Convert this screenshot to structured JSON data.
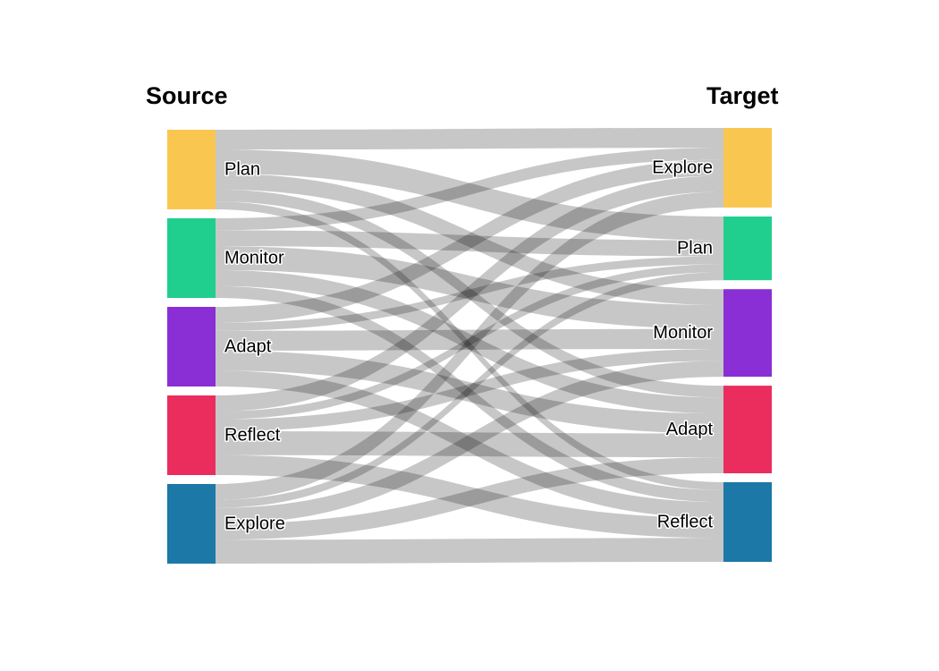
{
  "figure": {
    "source_header": "Source",
    "target_header": "Target"
  },
  "chart_data": {
    "type": "sankey",
    "orientation": "horizontal",
    "title": "",
    "column_headers": {
      "source": "Source",
      "target": "Target"
    },
    "legend": "none",
    "background_color": "#ffffff",
    "link_color": "rgba(0,0,0,0.22)",
    "source_nodes": [
      {
        "label": "Plan",
        "color": "#F9C750"
      },
      {
        "label": "Monitor",
        "color": "#20CF8E"
      },
      {
        "label": "Adapt",
        "color": "#8A2FD5"
      },
      {
        "label": "Reflect",
        "color": "#EB2D5D"
      },
      {
        "label": "Explore",
        "color": "#1C78A6"
      }
    ],
    "target_nodes": [
      {
        "label": "Explore",
        "color": "#F9C750"
      },
      {
        "label": "Plan",
        "color": "#20CF8E"
      },
      {
        "label": "Monitor",
        "color": "#8A2FD5"
      },
      {
        "label": "Adapt",
        "color": "#EB2D5D"
      },
      {
        "label": "Reflect",
        "color": "#1C78A6"
      }
    ],
    "links": [
      {
        "from": "Plan",
        "to": "Explore",
        "value": 5
      },
      {
        "from": "Plan",
        "to": "Plan",
        "value": 6
      },
      {
        "from": "Plan",
        "to": "Monitor",
        "value": 4
      },
      {
        "from": "Plan",
        "to": "Adapt",
        "value": 3
      },
      {
        "from": "Plan",
        "to": "Reflect",
        "value": 2
      },
      {
        "from": "Monitor",
        "to": "Explore",
        "value": 3
      },
      {
        "from": "Monitor",
        "to": "Plan",
        "value": 4
      },
      {
        "from": "Monitor",
        "to": "Monitor",
        "value": 6
      },
      {
        "from": "Monitor",
        "to": "Adapt",
        "value": 4
      },
      {
        "from": "Monitor",
        "to": "Reflect",
        "value": 3
      },
      {
        "from": "Adapt",
        "to": "Explore",
        "value": 4
      },
      {
        "from": "Adapt",
        "to": "Plan",
        "value": 2
      },
      {
        "from": "Adapt",
        "to": "Monitor",
        "value": 5
      },
      {
        "from": "Adapt",
        "to": "Adapt",
        "value": 5
      },
      {
        "from": "Adapt",
        "to": "Reflect",
        "value": 4
      },
      {
        "from": "Reflect",
        "to": "Explore",
        "value": 4
      },
      {
        "from": "Reflect",
        "to": "Plan",
        "value": 2
      },
      {
        "from": "Reflect",
        "to": "Monitor",
        "value": 3
      },
      {
        "from": "Reflect",
        "to": "Adapt",
        "value": 6
      },
      {
        "from": "Reflect",
        "to": "Reflect",
        "value": 5
      },
      {
        "from": "Explore",
        "to": "Explore",
        "value": 4
      },
      {
        "from": "Explore",
        "to": "Plan",
        "value": 2
      },
      {
        "from": "Explore",
        "to": "Monitor",
        "value": 4
      },
      {
        "from": "Explore",
        "to": "Adapt",
        "value": 4
      },
      {
        "from": "Explore",
        "to": "Reflect",
        "value": 6
      }
    ]
  }
}
